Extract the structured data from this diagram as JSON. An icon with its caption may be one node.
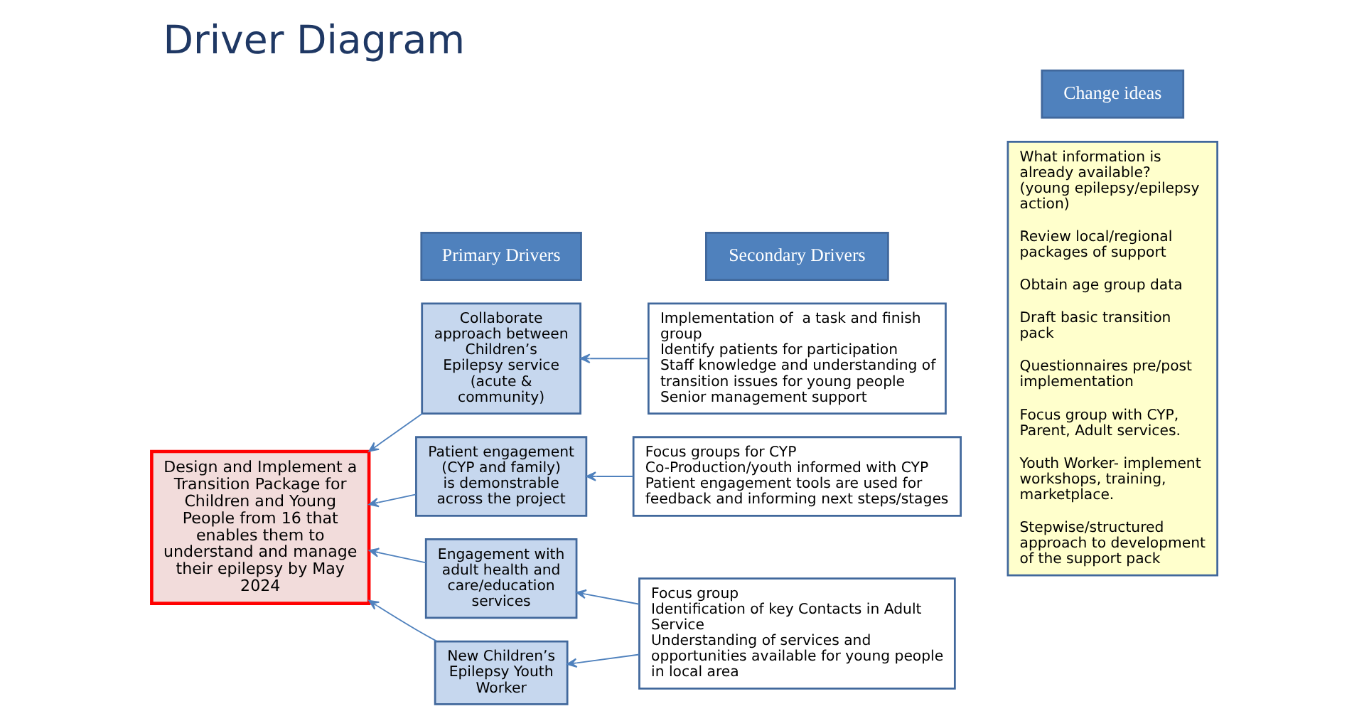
{
  "diagram": {
    "title": "Driver Diagram",
    "nodes": [
      {
        "text": [
          "Design and Implement a Transition Package for Children and Young People from 16 that enables them to understand and manage their epilepsy by May 2024"
        ]
      },
      {
        "text": [
          "Collaborate approach between Children’s Epilepsy service (acute & community)"
        ]
      },
      {
        "text": [
          "Patient engagement (CYP and family) is demonstrable across the project"
        ]
      },
      {
        "text": [
          "New Children’s Epilepsy Youth Worker"
        ]
      },
      {
        "text": [
          "Engagement with adult health and care/education services"
        ]
      },
      {
        "text": [
          "Implementation of  a task and finish group",
          "Identify patients for participation",
          "Staff knowledge and understanding of transition issues for young people",
          "Senior management support"
        ]
      },
      {
        "text": [
          "Focus groups for CYP",
          "Co-Production/youth informed with CYP",
          "Patient engagement tools are used for feedback and informing next steps/stages"
        ]
      },
      {
        "text": [
          "Focus group",
          "Identification of key Contacts in Adult Service",
          "Understanding of services and opportunities available for young people in local area"
        ]
      },
      {
        "text": [
          "What information is already available? (young epilepsy/epilepsy action)",
          "Review local/regional packages of support",
          "Obtain age group data",
          "Draft basic transition pack",
          "Questionnaires pre/post implementation",
          "Focus group with CYP, Parent, Adult services.",
          "Youth Worker- implement workshops, training, marketplace.",
          "Stepwise/structured approach to development of the support pack"
        ]
      },
      {
        "text": [
          "Primary Drivers"
        ]
      },
      {
        "text": [
          "Secondary Drivers"
        ]
      },
      {
        "text": [
          "Change ideas"
        ]
      }
    ],
    "edges": [
      {
        "from": 1,
        "to": 0,
        "arrow": "to"
      },
      {
        "from": 2,
        "to": 0,
        "arrow": "to"
      },
      {
        "from": 3,
        "to": 0,
        "arrow": "to"
      },
      {
        "from": 4,
        "to": 0,
        "arrow": "to"
      },
      {
        "from": 5,
        "to": 1,
        "arrow": "to"
      },
      {
        "from": 6,
        "to": 2,
        "arrow": "to"
      },
      {
        "from": 7,
        "to": 3,
        "arrow": "to"
      },
      {
        "from": 7,
        "to": 4,
        "arrow": "to"
      }
    ]
  }
}
